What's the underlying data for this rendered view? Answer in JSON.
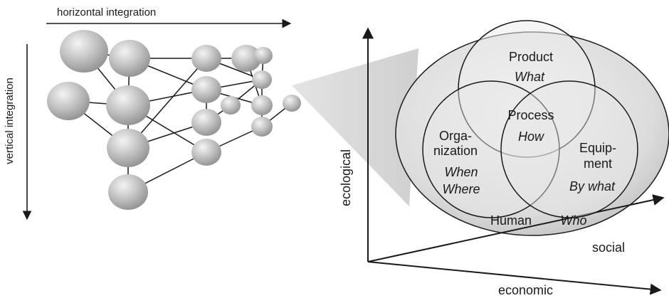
{
  "network": {
    "horizontal_label": "horizontal integration",
    "vertical_label": "vertical integration"
  },
  "axes": {
    "ecological": "ecological",
    "social": "social",
    "economic": "economic"
  },
  "venn": {
    "product": "Product",
    "product_q": "What",
    "process": "Process",
    "process_q": "How",
    "organization_1": "Orga-",
    "organization_2": "nization",
    "organization_q1": "When",
    "organization_q2": "Where",
    "equipment_1": "Equip-",
    "equipment_2": "ment",
    "equipment_q": "By what",
    "human": "Human",
    "human_q": "Who"
  }
}
